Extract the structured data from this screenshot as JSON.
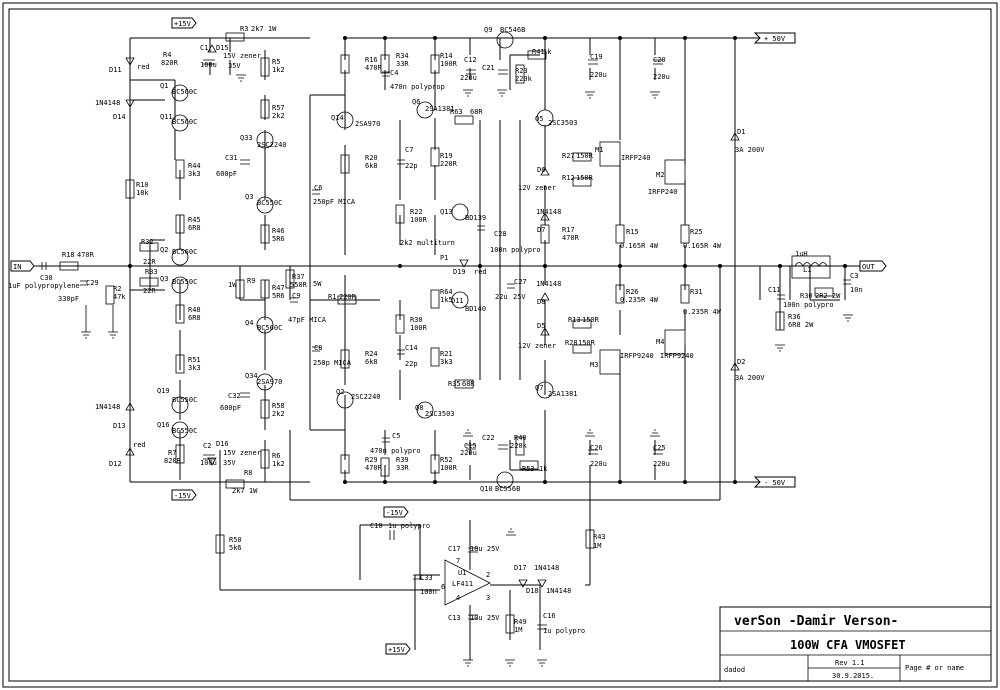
{
  "title_block": {
    "company": "verSon  -Damir Verson-",
    "title": "100W CFA VMOSFET",
    "drawn_by": "dadod",
    "revision": "Rev 1.1",
    "date": "30.9.2015.",
    "page": "Page # or name"
  },
  "rails": {
    "pos_out": "+ 50V",
    "neg_out": "- 50V",
    "p15_top": "+15V",
    "m15_bot": "-15V",
    "m15_mid": "-15V",
    "p15_low": "+15V",
    "in": "IN",
    "out": "OUT"
  },
  "labels": {
    "R3": "R3",
    "R3v": "2k7 1W",
    "R4": "R4",
    "R4v": "820R",
    "C1": "C1",
    "C1v": "100u",
    "C1vv": "35V",
    "D15": "D15",
    "D15v": "15V zener",
    "D11": "D11",
    "red1": "red",
    "R5": "R5",
    "R5v": "1k2",
    "R16": "R16",
    "R16v": "470R",
    "R34": "R34",
    "R34v": "33R",
    "C4": "C4",
    "C4v": "470n polyprop",
    "R14": "R14",
    "R14v": "100R",
    "Q9": "Q9",
    "Q9v": "BC546B",
    "C12": "C12",
    "C12v": "220u",
    "C21": "C21",
    "R41": "R41",
    "R41v": "1k",
    "R23": "R23",
    "R23v": "220k",
    "C19": "C19",
    "C19v": "220u",
    "C20": "C20",
    "C20v": "220u",
    "Q1": "Q1",
    "Q1v": "BC560C",
    "Q11": "Q11",
    "Q11v": "BC560C",
    "D14": "D14",
    "D14v": "1N4148",
    "R57": "R57",
    "R57v": "2k2",
    "Q14": "Q14",
    "Q14v": "2SA970",
    "Q6": "Q6",
    "Q6v": "2SA1381",
    "R63": "R63",
    "R63v": "68R",
    "Q5": "Q5",
    "Q5v": "2SC3503",
    "Q33": "Q33",
    "Q33v": "2SC2240",
    "C31": "C31",
    "C31v": "600pF",
    "R44": "R44",
    "R44v": "3k3",
    "R10": "R10",
    "R10v": "18k",
    "C7": "C7",
    "C7v": "22p",
    "R19": "R19",
    "R19v": "220R",
    "R27": "R27",
    "R27v": "150R",
    "M1": "M1",
    "M1v": "IRFP240",
    "M2": "M2",
    "M2v": "IRFP240",
    "D6": "D6",
    "D6v": "12V zener",
    "R12": "R12",
    "R12v": "150R",
    "D1": "D1",
    "D1v": "3A 200V",
    "Q3": "Q3",
    "Q3v": "BC550C",
    "C6": "C6",
    "C6v": "250pF MICA",
    "R20": "R20",
    "R20v": "6k8",
    "R45": "R45",
    "R45v": "6R8",
    "R46": "R46",
    "R46v": "5R6",
    "R22": "R22",
    "R22v": "100R",
    "Q13": "Q13",
    "Q13v": "BD139",
    "C28": "C28",
    "C28v": "100n polypro",
    "D7": "D7",
    "D7v": "1N4148",
    "R17": "R17",
    "R17v": "470R",
    "R15": "R15",
    "R15v": "0.165R 4W",
    "R25": "R25",
    "R25v": "0.165R 4W",
    "R32": "R32",
    "R32v": "22R",
    "Q2b": "Q2",
    "Q2bv": "BC560C",
    "P1": "P1",
    "P1v": "2k2 multiturn",
    "D19": "D19",
    "D19v": "red",
    "L1": "L1",
    "L1v": "1uH",
    "R18": "R18",
    "R18v": "470R",
    "C30": "C30",
    "C30v": "1uF polypropylene",
    "C29": "C29",
    "C29v": "330pF",
    "R2": "R2",
    "R2v": "47k",
    "R33": "R33",
    "R33v": "22R",
    "Q3b": "Q3",
    "Q3bv": "BC550C",
    "R9": "R9",
    "R9v": "1W",
    "R37": "R37",
    "R37v": "550R",
    "R37vv": "5W",
    "R47": "R47",
    "R47v": "5R6",
    "C9": "C9",
    "C9v": "47pF MICA",
    "R1": "R1",
    "R1v": "220R",
    "R64": "R64",
    "R64v": "1k5",
    "C27": "C27",
    "C27v": "22u",
    "C27vv": "25V",
    "D8": "D8",
    "D8v": "1N4148",
    "R26": "R26",
    "R26v": "0.235R 4W",
    "R31": "R31",
    "R31v": "0.235R 4W",
    "C11": "C11",
    "C11v": "100n polypro",
    "R30": "R30",
    "R30v": "2R2 2W",
    "C3": "C3",
    "C3v": "10n",
    "R36": "R36",
    "R36v": "6R8 2W",
    "D11b": "D11",
    "D11bv": "BD140",
    "R48": "R48",
    "R48v": "6R8",
    "Q4": "Q4",
    "Q4v": "BC560C",
    "R30b": "R30",
    "R30bv": "100R",
    "D5": "D5",
    "D5v": "12V zener",
    "R13": "R13",
    "R13v": "150R",
    "M4": "M4",
    "M4v": "IRFP9240",
    "R28": "R28",
    "R28v": "150R",
    "M3": "M3",
    "M3v": "IRFP9240",
    "C8": "C8",
    "C8v": "250p MICA",
    "R24": "R24",
    "R24v": "6k8",
    "C14": "C14",
    "C14v": "22p",
    "R21": "R21",
    "R21v": "3k3",
    "R51": "R51",
    "R51v": "3k3",
    "Q34": "Q34",
    "Q34v": "2SA970",
    "R35": "R35",
    "R35v": "68R",
    "Q7": "Q7",
    "Q7v": "2SA1381",
    "D2": "D2",
    "D2v": "3A 200V",
    "Q19": "Q19",
    "Q19v": "BC550C",
    "C32": "C32",
    "C32v": "600pF",
    "Q2": "Q2",
    "Q2v": "2SC2240",
    "R58": "R58",
    "R58v": "2k2",
    "Q8": "Q8",
    "Q8v": "2SC3503",
    "D13": "D13",
    "D13v": "1N4148",
    "Q16": "Q16",
    "Q16v": "BC550C",
    "C5": "C5",
    "C5v": "470n polypro",
    "C22": "C22",
    "R40": "R40",
    "R40v": "220k",
    "D12": "D12",
    "red2": "red",
    "R7": "R7",
    "R7v": "820R",
    "C2": "C2",
    "C2v": "100u",
    "C2vv": "35V",
    "D16": "D16",
    "D16v": "15V zener",
    "R6": "R6",
    "R6v": "1k2",
    "R29": "R29",
    "R29v": "470R",
    "R39": "R39",
    "R39v": "33R",
    "R52": "R52",
    "R52v": "100R",
    "C15": "C15",
    "C15v": "220u",
    "R53": "R53",
    "R53v": "1k",
    "C26": "C26",
    "C26v": "220u",
    "C25": "C25",
    "C25v": "220u",
    "R8": "R8",
    "R8v": "2k7 1W",
    "Q10": "Q10",
    "Q10v": "BC556B",
    "C10": "C10",
    "C10v": "1u polypro",
    "C17": "C17",
    "C17v": "10u 25V",
    "D17": "D17",
    "D17v": "1N4148",
    "D18": "D18",
    "D18v": "1N4148",
    "R43": "R43",
    "R43v": "1M",
    "R50": "R50",
    "R50v": "5k6",
    "U1": "U1",
    "U1v": "LF411",
    "C33": "C33",
    "C33v": "100n",
    "C13": "C13",
    "C13v": "10u 25V",
    "R49": "R49",
    "R49v": "1M",
    "C16": "C16",
    "C16v": "1u polypro",
    "pin2": "2",
    "pin3": "3",
    "pin6": "6",
    "pin4": "4",
    "pin7": "7"
  }
}
